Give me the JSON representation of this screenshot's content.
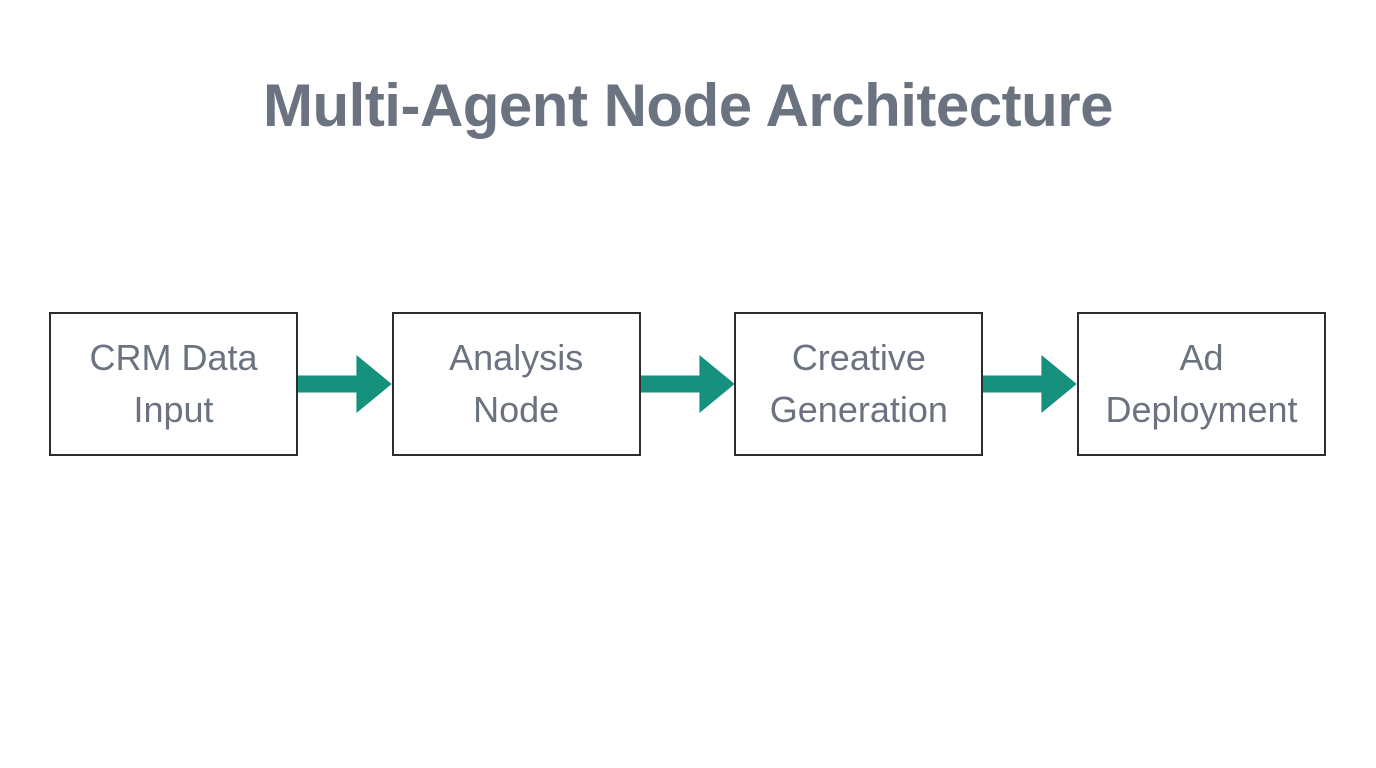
{
  "title": "Multi-Agent Node Architecture",
  "colors": {
    "background": "#FFFFFF",
    "title_text": "#6B7280",
    "node_fill": "#FFFFFF",
    "node_border": "#2D2D2D",
    "node_text": "#6B7280",
    "arrow": "#16917E"
  },
  "diagram": {
    "type": "flowchart",
    "direction": "left-to-right",
    "nodes": [
      {
        "id": "crm-data-input",
        "label": "CRM Data\nInput"
      },
      {
        "id": "analysis-node",
        "label": "Analysis\nNode"
      },
      {
        "id": "creative-generation",
        "label": "Creative\nGeneration"
      },
      {
        "id": "ad-deployment",
        "label": "Ad\nDeployment"
      }
    ],
    "connections": [
      {
        "from": "CRM Data Input",
        "to": "Analysis Node"
      },
      {
        "from": "Analysis Node",
        "to": "Creative Generation"
      },
      {
        "from": "Creative Generation",
        "to": "Ad Deployment"
      }
    ]
  }
}
